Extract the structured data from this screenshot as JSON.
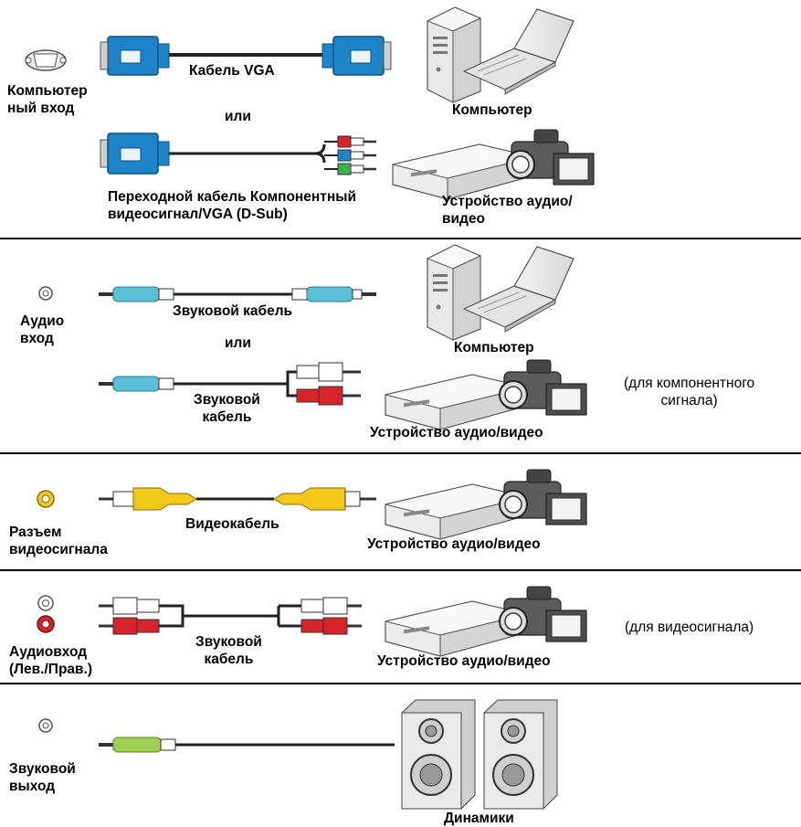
{
  "sections": [
    {
      "port_label": "Компьютер\nный вход",
      "cable_label": "Кабель VGA",
      "or_label": "или",
      "device_label": "Компьютер",
      "cable2_label": "Переходной кабель Компонентный\nвидеосигнал/VGA (D-Sub)",
      "device2_label": "Устройство аудио/\nвидео"
    },
    {
      "port_label": "Аудио\nвход",
      "cable_label": "Звуковой кабель",
      "or_label": "или",
      "device_label": "Компьютер",
      "cable2_label": "Звуковой\nкабель",
      "device2_label": "Устройство аудио/видео",
      "note": "(для компонентного\nсигнала)"
    },
    {
      "port_label": "Разъем\nвидеосигнала",
      "cable_label": "Видеокабель",
      "device_label": "Устройство аудио/видео"
    },
    {
      "port_label": "Аудиовход\n(Лев./Прав.)",
      "cable_label": "Звуковой\nкабель",
      "device_label": "Устройство аудио/видео",
      "note": "(для видеосигнала)"
    },
    {
      "port_label": "Звуковой\nвыход",
      "device_label": "Динамики"
    }
  ],
  "colors": {
    "vga": "#1e84c8",
    "audio_blue": "#5bc0d6",
    "component_red": "#d8232a",
    "component_green": "#3bb34a",
    "video_yellow": "#f2c81a",
    "speaker_green": "#9fcf55"
  }
}
